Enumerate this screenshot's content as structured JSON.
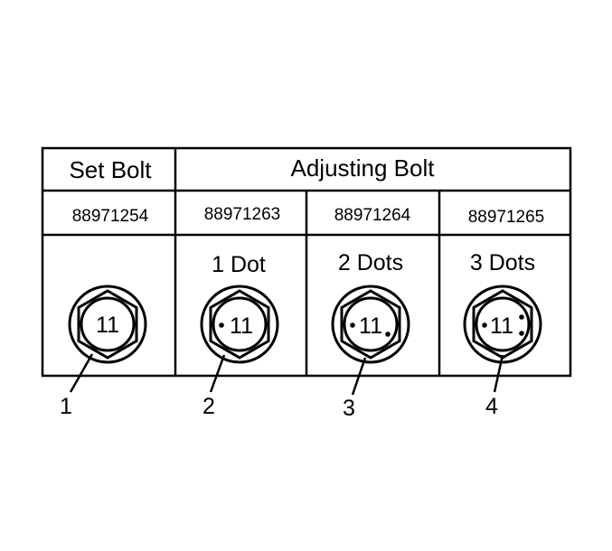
{
  "table": {
    "headers": {
      "set_bolt": "Set Bolt",
      "adjusting_bolt": "Adjusting Bolt"
    },
    "columns": [
      {
        "part_number": "88971254",
        "marking": "",
        "head_text": "11",
        "dots_left": 0,
        "dots_right": 0,
        "callout": "1"
      },
      {
        "part_number": "88971263",
        "marking": "1 Dot",
        "head_text": "11",
        "dots_left": 1,
        "dots_right": 0,
        "callout": "2"
      },
      {
        "part_number": "88971264",
        "marking": "2 Dots",
        "head_text": "11",
        "dots_left": 1,
        "dots_right": 1,
        "callout": "3"
      },
      {
        "part_number": "88971265",
        "marking": "3 Dots",
        "head_text": "11",
        "dots_left": 1,
        "dots_right": 2,
        "callout": "4"
      }
    ]
  },
  "colors": {
    "line": "#000000",
    "background": "#ffffff"
  },
  "icons": [
    "hex-bolt-head-icon"
  ]
}
